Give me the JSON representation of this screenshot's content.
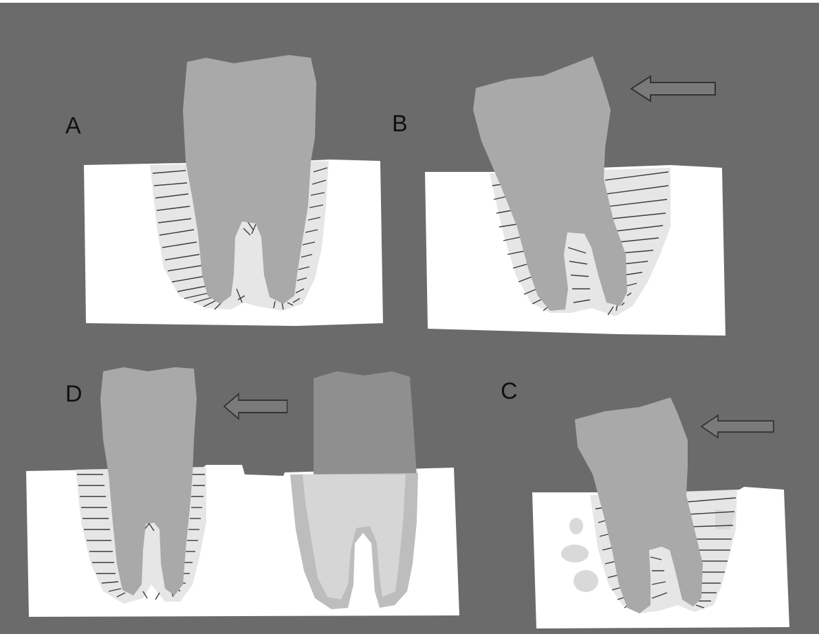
{
  "panels": [
    {
      "id": "A",
      "label": "A",
      "arrow": false
    },
    {
      "id": "B",
      "label": "B",
      "arrow": true,
      "arrow_direction": "left"
    },
    {
      "id": "D",
      "label": "D",
      "arrow": true,
      "arrow_direction": "left"
    },
    {
      "id": "C",
      "label": "C",
      "arrow": true,
      "arrow_direction": "left"
    }
  ],
  "colors": {
    "background": "#6b6b6b",
    "bone": "#ffffff",
    "ligament_space": "#e6e6e6",
    "fibers": "#3a3a3a",
    "tooth": "#a9a9a9",
    "tooth_shadow": "#8f8f8f",
    "resorbed_spots": "#d9d9d9",
    "arrow_fill": "#7a7a7a",
    "arrow_stroke": "#333333"
  },
  "icons": [
    "left-arrow-icon"
  ]
}
